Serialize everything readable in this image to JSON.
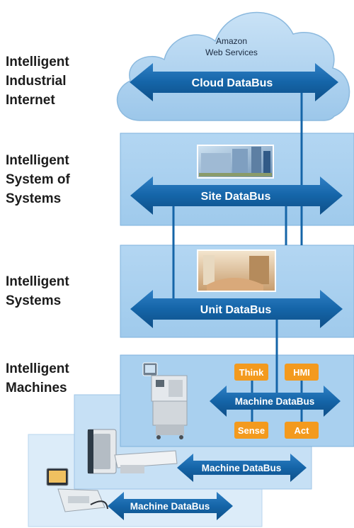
{
  "layers": {
    "internet": [
      "Intelligent",
      "Industrial",
      "Internet"
    ],
    "system_of_systems": [
      "Intelligent",
      "System of",
      "Systems"
    ],
    "systems": [
      "Intelligent",
      "Systems"
    ],
    "machines": [
      "Intelligent",
      "Machines"
    ]
  },
  "cloud": {
    "provider_line1": "Amazon",
    "provider_line2": "Web Services",
    "bus_label": "Cloud DataBus"
  },
  "site": {
    "bus_label": "Site DataBus"
  },
  "unit": {
    "bus_label": "Unit DataBus"
  },
  "machine": {
    "bus_label": "Machine DataBus",
    "tags": {
      "think": "Think",
      "hmi": "HMI",
      "sense": "Sense",
      "act": "Act"
    }
  },
  "machine2": {
    "bus_label": "Machine DataBus"
  },
  "machine3": {
    "bus_label": "Machine DataBus"
  },
  "colors": {
    "panel_fill": "#a9d0ef",
    "panel_border": "#7eb2dc",
    "bus_fill": "#1565a8",
    "connector": "#1565a8",
    "tag_fill": "#f39a1e"
  },
  "icons": {
    "site_photo": "hospital-building-photo",
    "unit_photo": "nurse-station-photo",
    "machine1": "anesthesia-machine-icon",
    "machine2": "ct-scanner-icon",
    "machine3": "ultrasound-device-icon"
  }
}
